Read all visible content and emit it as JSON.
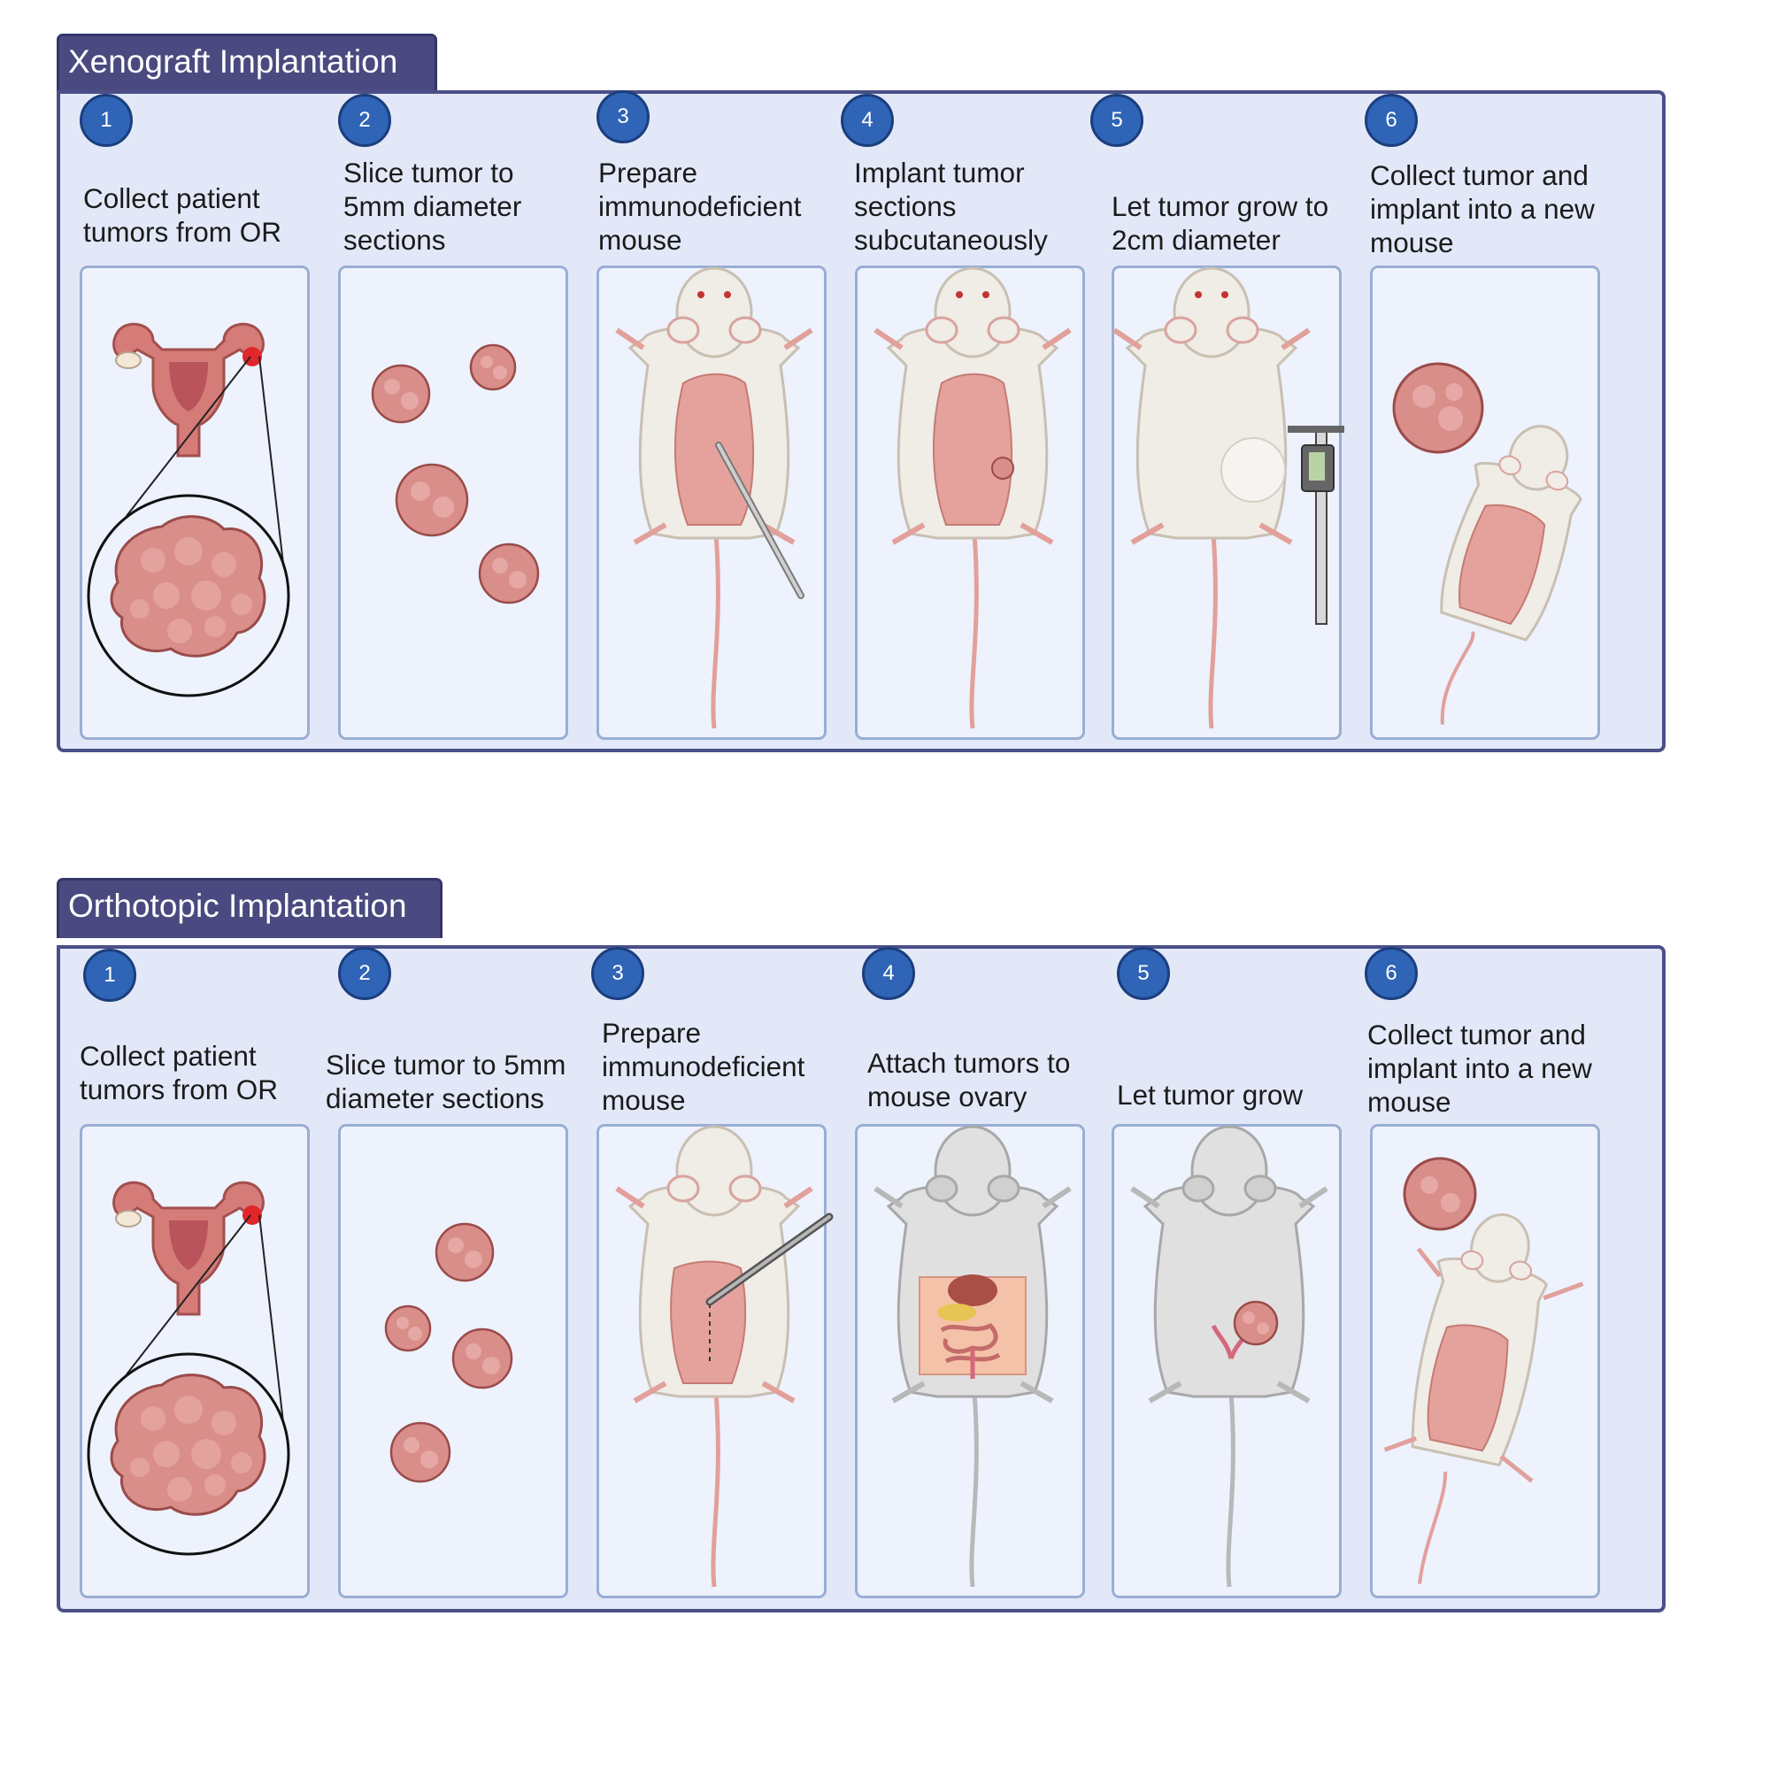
{
  "panels": [
    {
      "title": "Xenograft Implantation",
      "steps": [
        {
          "number": "1",
          "text": "Collect patient tumors from OR",
          "illustration": "uterus-tumor-icon"
        },
        {
          "number": "2",
          "text": "Slice tumor to 5mm diameter sections",
          "illustration": "tumor-sections-icon"
        },
        {
          "number": "3",
          "text": "Prepare immunodeficient mouse",
          "illustration": "mouse-scalpel-icon"
        },
        {
          "number": "4",
          "text": "Implant tumor sections subcutaneously",
          "illustration": "mouse-implant-icon"
        },
        {
          "number": "5",
          "text": "Let tumor grow to 2cm diameter",
          "illustration": "mouse-caliper-icon"
        },
        {
          "number": "6",
          "text": "Collect tumor and implant into a new mouse",
          "illustration": "tumor-new-mouse-icon"
        }
      ]
    },
    {
      "title": "Orthotopic Implantation",
      "steps": [
        {
          "number": "1",
          "text": "Collect patient tumors from OR",
          "illustration": "uterus-tumor-icon"
        },
        {
          "number": "2",
          "text": "Slice tumor to 5mm diameter sections",
          "illustration": "tumor-sections-icon"
        },
        {
          "number": "3",
          "text": "Prepare immunodeficient mouse",
          "illustration": "mouse-scalpel-icon"
        },
        {
          "number": "4",
          "text": "Attach tumors to mouse ovary",
          "illustration": "mouse-ovary-icon"
        },
        {
          "number": "5",
          "text": "Let tumor grow",
          "illustration": "mouse-growth-icon"
        },
        {
          "number": "6",
          "text": "Collect tumor and implant into a new mouse",
          "illustration": "tumor-new-mouse-icon"
        }
      ]
    }
  ],
  "colors": {
    "tab": "#4a4a80",
    "panel_border": "#4b4f88",
    "panel_fill": "#e3e8f8",
    "card_fill": "#edf2fd",
    "badge": "#2f64b6",
    "tumor": "#d98e8a",
    "mouse_body": "#f0ece6",
    "mouse_grey": "#d9d9d9"
  }
}
